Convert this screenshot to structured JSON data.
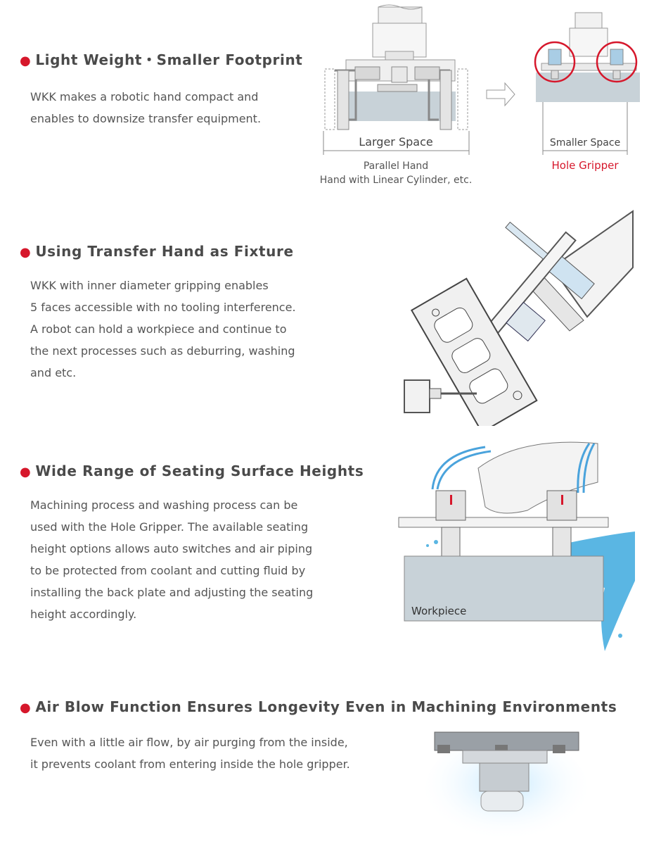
{
  "sections": [
    {
      "heading": "Light Weight・Smaller Footprint",
      "lines": [
        "WKK makes a robotic hand compact and",
        "enables to downsize transfer equipment."
      ]
    },
    {
      "heading": "Using Transfer Hand as Fixture",
      "lines": [
        "WKK with inner diameter gripping enables",
        "5 faces accessible with no tooling interference.",
        "A robot can hold a workpiece and continue to",
        "the next processes such as deburring, washing",
        "and etc."
      ]
    },
    {
      "heading": "Wide Range of Seating Surface Heights",
      "lines": [
        "Machining process and washing process can be",
        "used with the Hole Gripper. The available seating",
        "height options allows auto switches and air piping",
        "to be protected from coolant and cutting fluid by",
        "installing the back plate and adjusting the seating",
        "height accordingly."
      ]
    },
    {
      "heading": "Air Blow Function Ensures Longevity Even in Machining Environments",
      "lines": [
        "Even with a little air flow, by air purging from the inside,",
        "it prevents coolant from entering inside the hole gripper."
      ]
    }
  ],
  "figure1": {
    "larger_space": "Larger Space",
    "parallel_hand": "Parallel Hand",
    "linear_cylinder": "Hand with Linear Cylinder, etc.",
    "smaller_space": "Smaller Space",
    "hole_gripper": "Hole Gripper"
  },
  "figure3": {
    "workpiece": "Workpiece"
  },
  "colors": {
    "accent": "#d6172b",
    "water": "#5ab6e3",
    "part_gray": "#c8d2d8"
  }
}
